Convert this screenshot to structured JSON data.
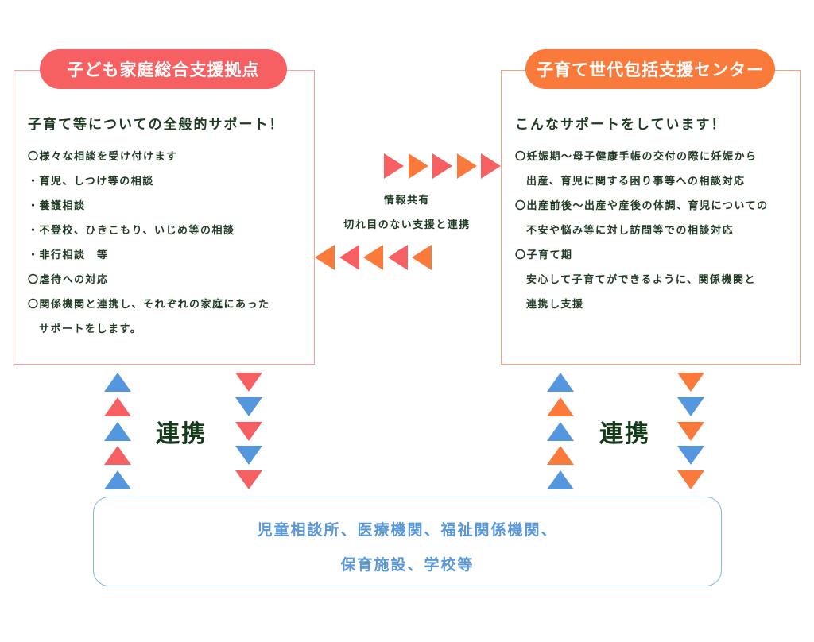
{
  "colors": {
    "red": "#f66063",
    "orange": "#f97a3a",
    "blue": "#5497de",
    "text": "#1f3a22"
  },
  "left": {
    "title": "子ども家庭総合支援拠点",
    "heading": "子育て等についての全般的サポート！",
    "items": [
      "〇様々な相談を受け付けます",
      "・育児、しつけ等の相談",
      "・養護相談",
      "・不登校、ひきこもり、いじめ等の相談",
      "・非行相談　等",
      "〇虐待への対応",
      "〇関係機関と連携し、それぞれの家庭にあった",
      "サポートをします。"
    ]
  },
  "right": {
    "title": "子育て世代包括支援センター",
    "heading": "こんなサポートをしています！",
    "items": [
      "〇妊娠期～母子健康手帳の交付の際に妊娠から",
      "出産、育児に関する困り事等への相談対応",
      "〇出産前後～出産や産後の体調、育児についての",
      "不安や悩み等に対し訪問等での相談対応",
      "〇子育て期",
      "安心して子育てができるように、関係機関と",
      "連携し支援"
    ]
  },
  "middle": {
    "line1": "情報共有",
    "line2": "切れ目のない支援と連携",
    "arrows_right": [
      "red",
      "orange",
      "red",
      "orange",
      "red"
    ],
    "arrows_left": [
      "orange",
      "red",
      "orange",
      "red",
      "orange"
    ]
  },
  "links": {
    "left_label": "連携",
    "right_label": "連携",
    "left_up": [
      "blue",
      "red",
      "blue",
      "red",
      "blue"
    ],
    "left_down": [
      "red",
      "blue",
      "red",
      "blue",
      "red"
    ],
    "right_up": [
      "blue",
      "orange",
      "blue",
      "orange",
      "blue"
    ],
    "right_down": [
      "orange",
      "blue",
      "orange",
      "blue",
      "orange"
    ]
  },
  "bottom": {
    "line1": "児童相談所、医療機関、福祉関係機関、",
    "line2": "保育施設、学校等"
  }
}
